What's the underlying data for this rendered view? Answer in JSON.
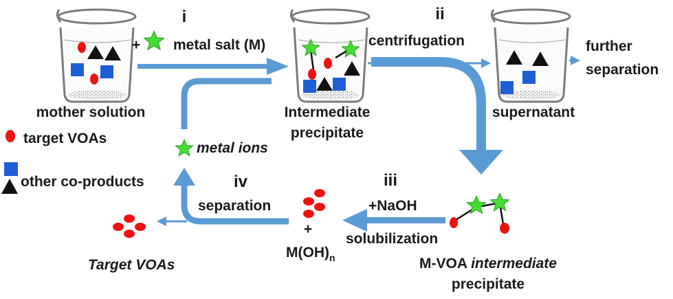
{
  "steps": {
    "step1_numeral": "i",
    "step2_numeral": "ii",
    "step3_numeral": "iii",
    "step4_numeral": "iv",
    "step1_plus": "+",
    "step1_label": "metal salt (M)",
    "step2_label": "centrifugation",
    "step3_reagent": "+NaOH",
    "step3_label": "solubilization",
    "step4_label": "separation"
  },
  "beakers": {
    "mother_label": "mother solution",
    "intermediate_label_line1": "Intermediate",
    "intermediate_label_line2": "precipitate",
    "supernatant_label": "supernatant"
  },
  "further": {
    "line1": "further",
    "line2": "separation"
  },
  "legend": {
    "target_label": "target VOAs",
    "coproducts_label": "other co-products"
  },
  "recycle": {
    "metal_ions_label": "metal ions"
  },
  "products": {
    "plus": "+",
    "hydroxide_base": "M(OH)",
    "hydroxide_subscript": "n",
    "target_label": "Target VOAs"
  },
  "complex": {
    "label_part1": "M-VOA ",
    "label_part2": "intermediate",
    "label_line2": "precipitate"
  },
  "colors": {
    "arrow_blue": "#5b9bd5",
    "target_red": "#ee1111",
    "square_blue": "#1f5fd6",
    "triangle_black": "#111111",
    "star_green": "#44dd33"
  },
  "icons": {
    "beaker": "beaker-icon",
    "star": "star-icon",
    "ellipse": "red-ellipse-icon",
    "square": "blue-square-icon",
    "triangle": "black-triangle-icon"
  }
}
